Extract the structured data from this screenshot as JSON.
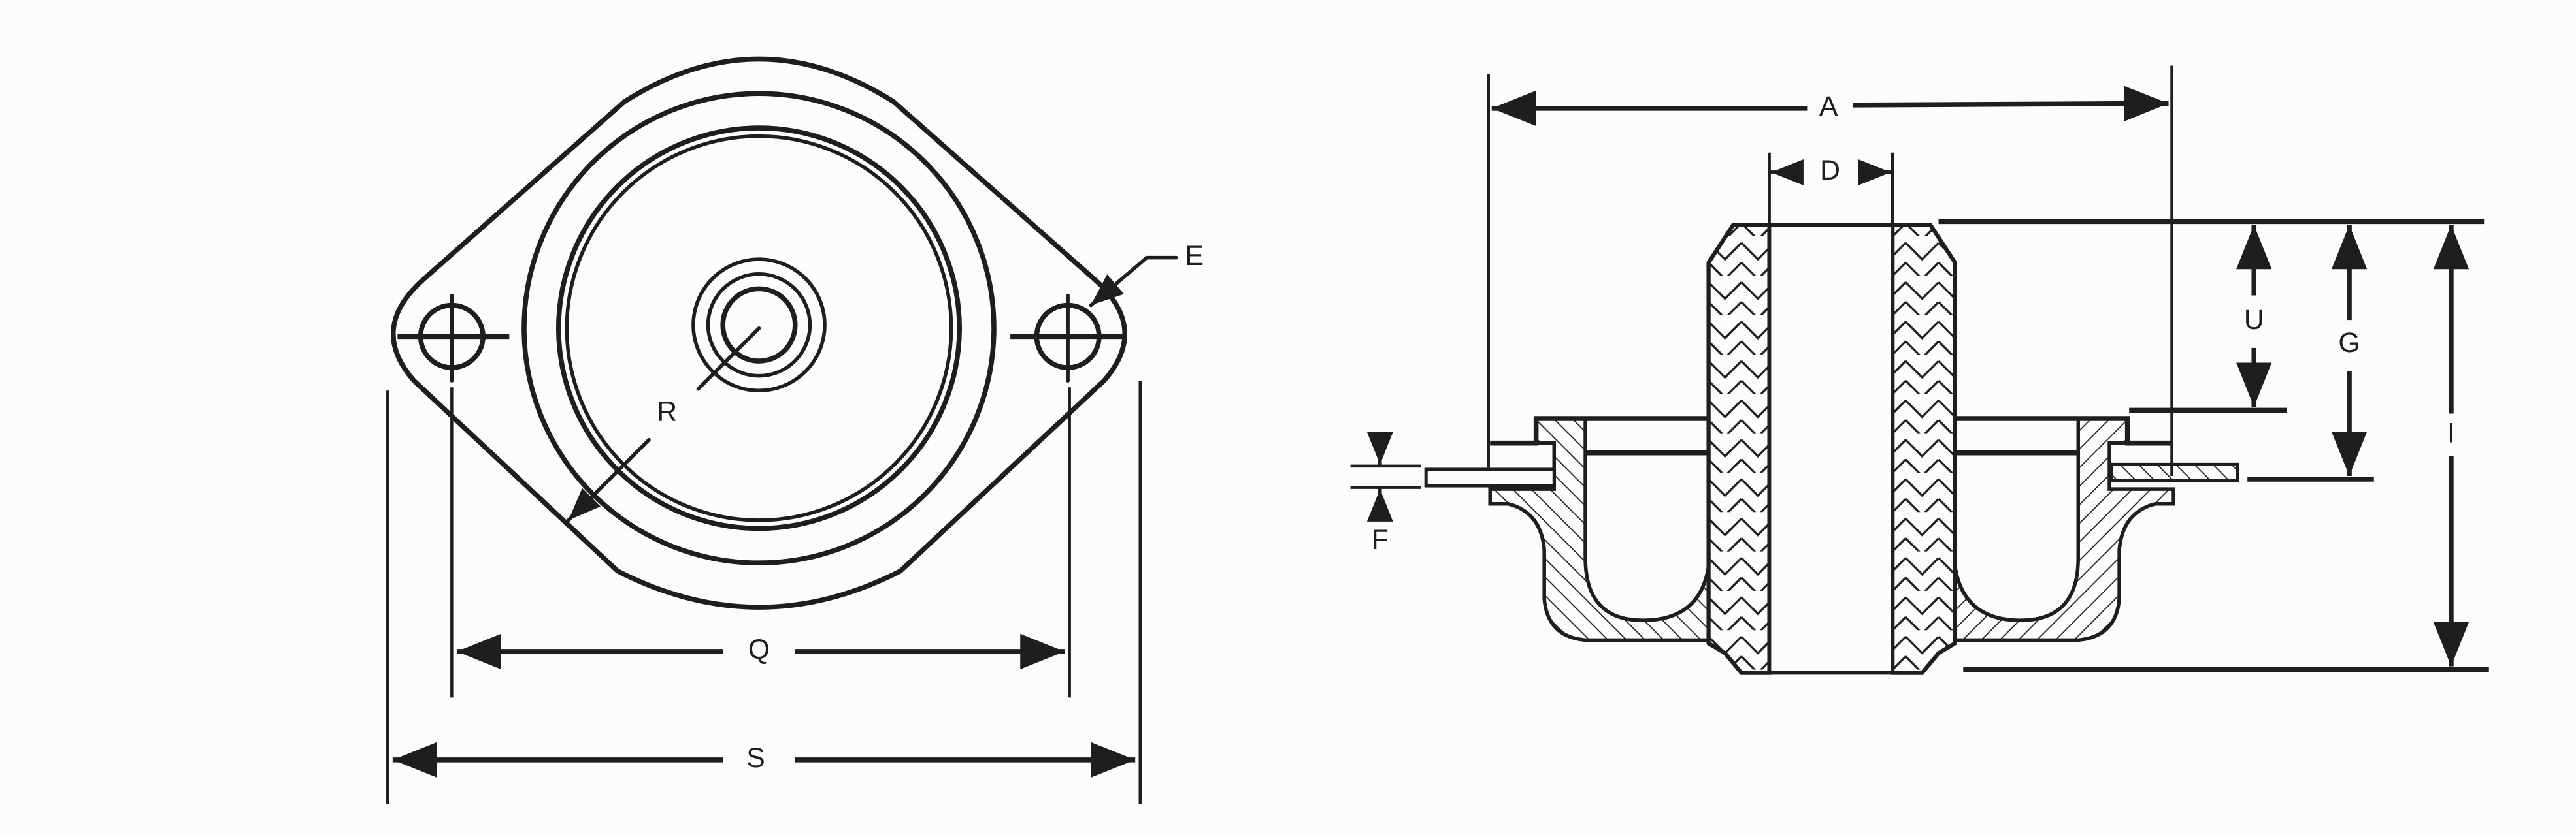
{
  "title": "Flanged bushing mount dimension drawing",
  "plan_view": {
    "labels": {
      "q": "Q",
      "s": "S",
      "r": "R",
      "e": "E"
    }
  },
  "section_view": {
    "labels": {
      "a": "A",
      "d": "D",
      "u": "U",
      "g": "G",
      "i": "I",
      "f": "F"
    }
  },
  "colors": {
    "ink": "#1e1e1e",
    "paper": "#fcfcfb"
  }
}
